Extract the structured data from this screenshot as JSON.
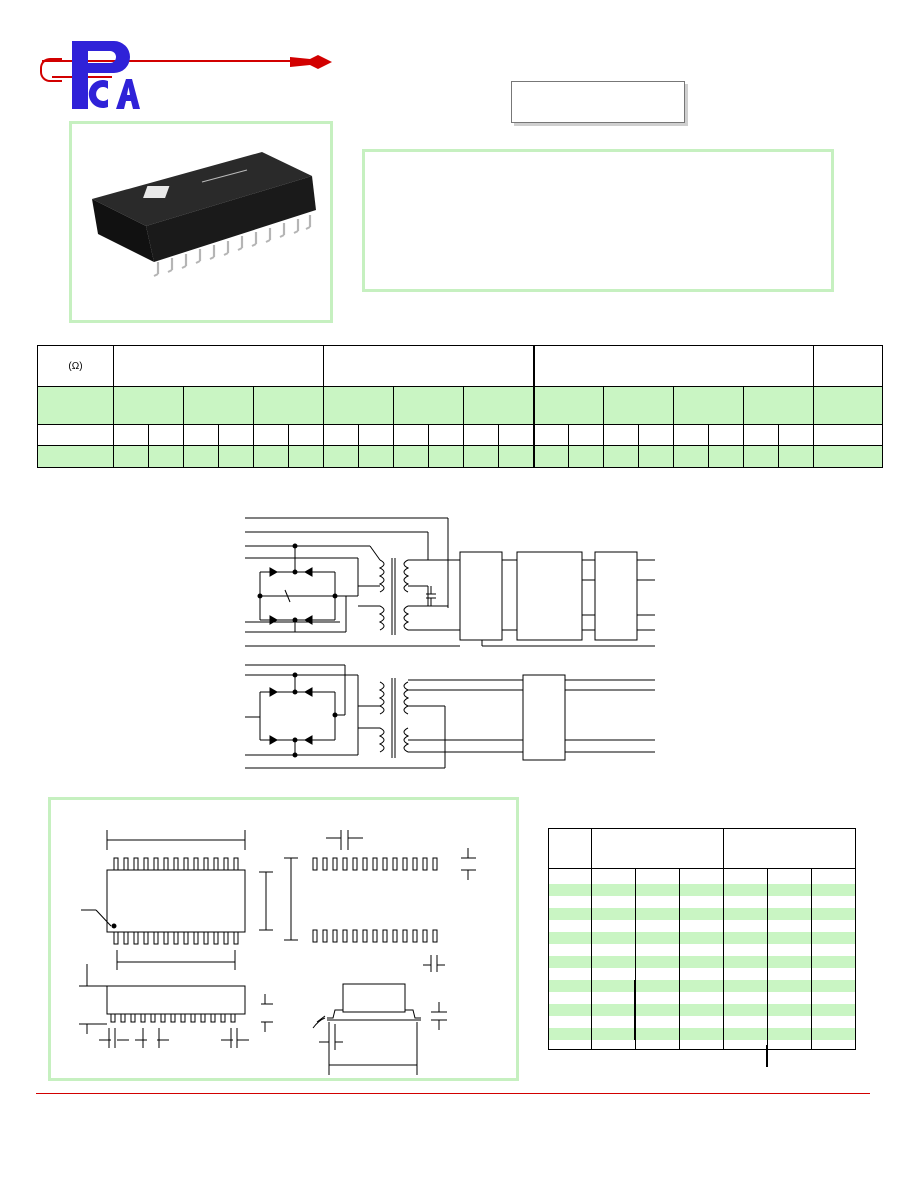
{
  "header": {
    "brand_letters": [
      "P",
      "C",
      "A"
    ],
    "part_number": "",
    "description": ""
  },
  "electrical_table": {
    "resistance_unit": "(Ω)",
    "group_headers": [
      "",
      "",
      "",
      ""
    ],
    "subgroup_headers": [
      "",
      "",
      "",
      "",
      "",
      "",
      "",
      "",
      "",
      "",
      "",
      "",
      "",
      "",
      "",
      ""
    ]
  },
  "dimensions_table": {
    "headers": [
      "",
      "",
      ""
    ],
    "rows": 14
  },
  "colors": {
    "brand_blue": "#2f22d8",
    "brand_red": "#d20000",
    "table_green": "#c9f5c3",
    "panel_green": "#c6f0c0"
  }
}
